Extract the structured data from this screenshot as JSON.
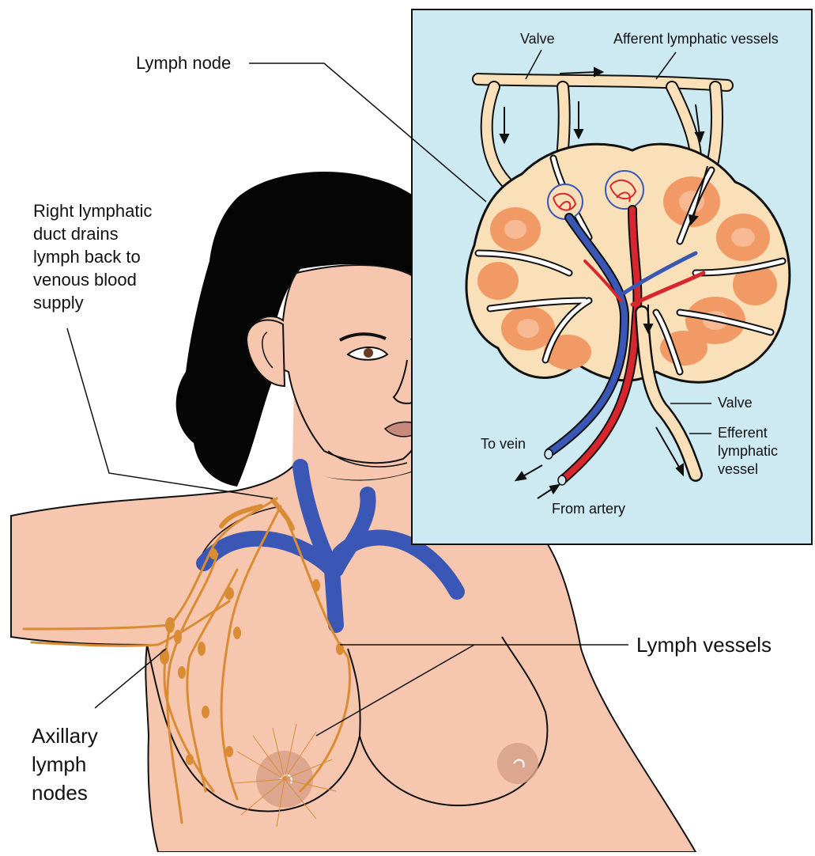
{
  "labels": {
    "lymph_node": "Lymph node",
    "right_duct": [
      "Right lymphatic",
      "duct drains",
      "lymph back to",
      "venous blood",
      "supply"
    ],
    "valve_top": "Valve",
    "afferent": "Afferent lymphatic vessels",
    "valve_bottom": "Valve",
    "efferent": [
      "Efferent",
      "lymphatic",
      "vessel"
    ],
    "to_vein": "To vein",
    "from_artery": "From artery",
    "lymph_vessels": "Lymph vessels",
    "axillary": [
      "Axillary",
      "lymph",
      "nodes"
    ]
  },
  "colors": {
    "skin": "#f6c6ae",
    "hair": "#050505",
    "inset_bg": "#cde9f2",
    "node_cream": "#f9e0b8",
    "node_orange": "#f29a66",
    "lymph_vessel": "#d98c33",
    "vein": "#3a57b5",
    "artery": "#d8262e",
    "areola": "#d8a08a"
  }
}
